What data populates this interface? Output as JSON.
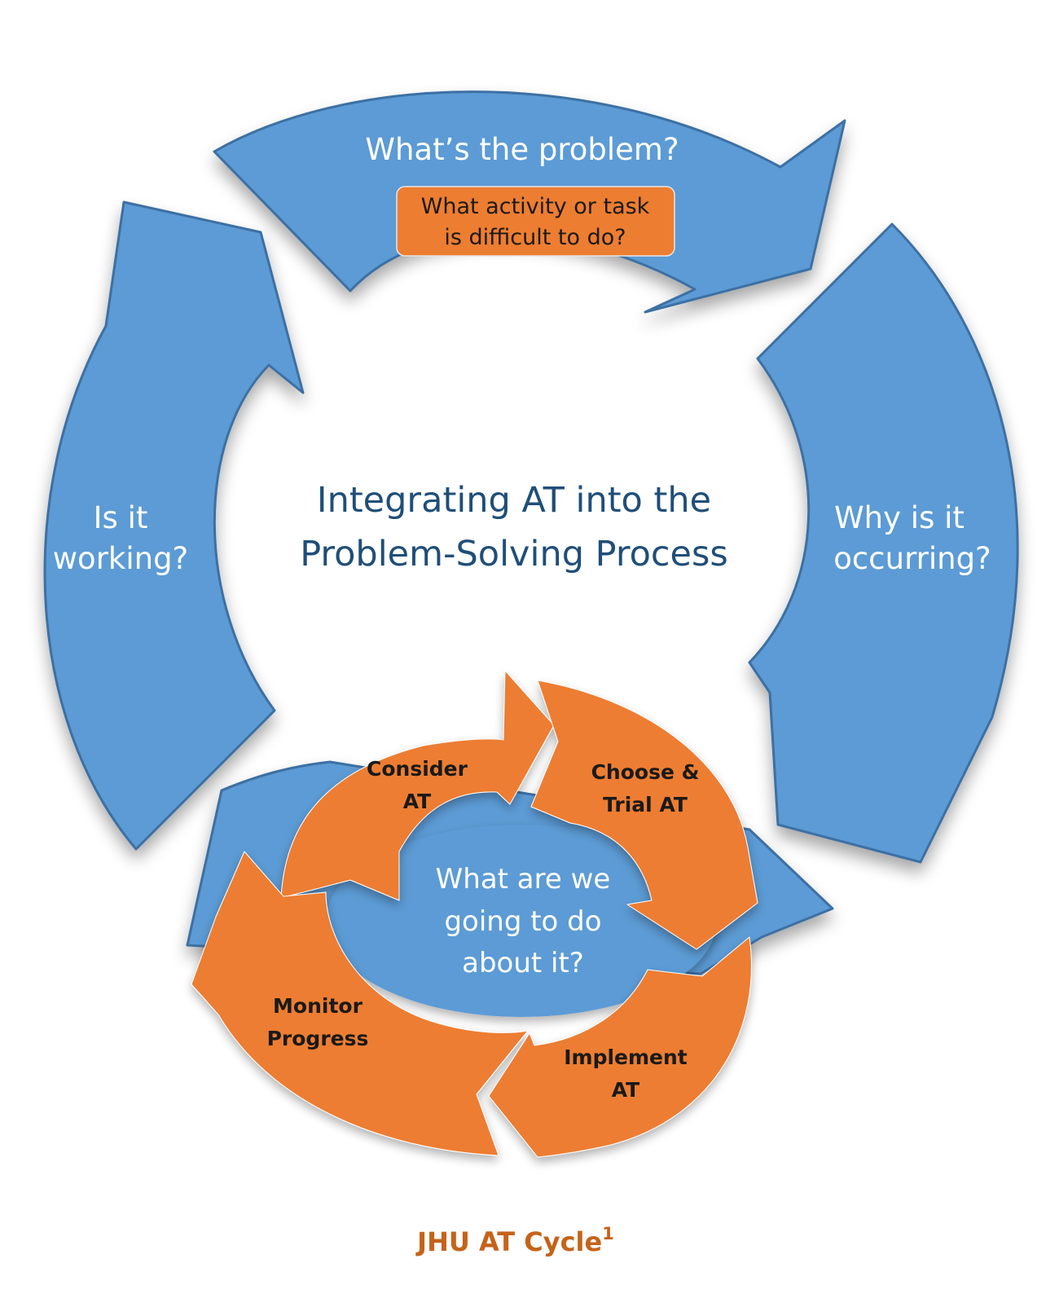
{
  "center_title": [
    "Integrating AT into the",
    "Problem-Solving Process"
  ],
  "outer_steps": [
    {
      "id": "problem",
      "lines": [
        "What’s the problem?"
      ]
    },
    {
      "id": "why",
      "lines": [
        "Why is it",
        "occurring?"
      ]
    },
    {
      "id": "working",
      "lines": [
        "Is it",
        "working?"
      ]
    }
  ],
  "problem_subbox": [
    "What activity or task",
    "is difficult to do?"
  ],
  "inner_question": [
    "What are we",
    "going to do",
    "about it?"
  ],
  "inner_steps": [
    {
      "id": "consider",
      "lines": [
        "Consider",
        "AT"
      ]
    },
    {
      "id": "choose",
      "lines": [
        "Choose &",
        "Trial AT"
      ]
    },
    {
      "id": "implement",
      "lines": [
        "Implement",
        "AT"
      ]
    },
    {
      "id": "monitor",
      "lines": [
        "Monitor",
        "Progress"
      ]
    }
  ],
  "caption": {
    "text": "JHU AT Cycle",
    "superscript": "1"
  },
  "colors": {
    "blue": "#5b9bd5",
    "blue_stroke": "#3d6fa3",
    "orange": "#ed7d31",
    "title_blue": "#1f4e79",
    "caption_orange": "#c5631a"
  }
}
